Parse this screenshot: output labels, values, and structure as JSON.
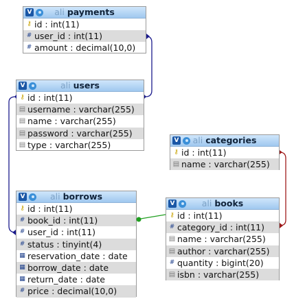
{
  "schema_db": "ali",
  "tables": {
    "payments": {
      "db": "ali",
      "name": "payments",
      "columns": [
        {
          "text": "id : int(11)",
          "icon": "key"
        },
        {
          "text": "user_id : int(11)",
          "icon": "num"
        },
        {
          "text": "amount : decimal(10,0)",
          "icon": "num"
        }
      ]
    },
    "users": {
      "db": "ali",
      "name": "users",
      "columns": [
        {
          "text": "id : int(11)",
          "icon": "key"
        },
        {
          "text": "username : varchar(255)",
          "icon": "txt"
        },
        {
          "text": "name : varchar(255)",
          "icon": "txt"
        },
        {
          "text": "password : varchar(255)",
          "icon": "txt"
        },
        {
          "text": "type : varchar(255)",
          "icon": "txt"
        }
      ]
    },
    "categories": {
      "db": "ali",
      "name": "categories",
      "columns": [
        {
          "text": "id : int(11)",
          "icon": "key"
        },
        {
          "text": "name : varchar(255)",
          "icon": "txt"
        }
      ]
    },
    "borrows": {
      "db": "ali",
      "name": "borrows",
      "columns": [
        {
          "text": "id : int(11)",
          "icon": "key"
        },
        {
          "text": "book_id : int(11)",
          "icon": "num"
        },
        {
          "text": "user_id : int(11)",
          "icon": "num"
        },
        {
          "text": "status : tinyint(4)",
          "icon": "num"
        },
        {
          "text": "reservation_date : date",
          "icon": "date"
        },
        {
          "text": "borrow_date : date",
          "icon": "date"
        },
        {
          "text": "return_date : date",
          "icon": "date"
        },
        {
          "text": "price : decimal(10,0)",
          "icon": "num"
        }
      ]
    },
    "books": {
      "db": "ali",
      "name": "books",
      "columns": [
        {
          "text": "id : int(11)",
          "icon": "key"
        },
        {
          "text": "category_id : int(11)",
          "icon": "num"
        },
        {
          "text": "name : varchar(255)",
          "icon": "txt"
        },
        {
          "text": "author : varchar(255)",
          "icon": "txt"
        },
        {
          "text": "quantity : bigint(20)",
          "icon": "num"
        },
        {
          "text": "isbn : varchar(255)",
          "icon": "txt"
        }
      ]
    }
  },
  "relations": [
    {
      "from": "payments.user_id",
      "to": "users.id",
      "color": "#1a1a8c"
    },
    {
      "from": "borrows.user_id",
      "to": "users.id",
      "color": "#1a1a8c"
    },
    {
      "from": "borrows.book_id",
      "to": "books.id",
      "color": "#1f9e1f"
    },
    {
      "from": "books.category_id",
      "to": "categories.id",
      "color": "#9e1a1a"
    }
  ],
  "icon_glyphs": {
    "key": "⚷",
    "num": "#",
    "txt": "▤",
    "date": "▦"
  },
  "toggle_glyph": "V"
}
